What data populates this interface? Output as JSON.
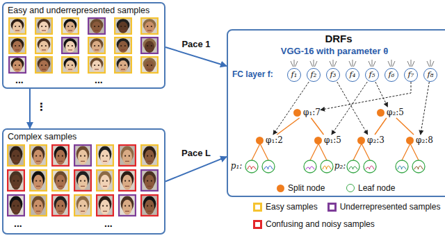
{
  "diagram": {
    "nodes": [
      {
        "text": [
          "Easy and underrepresented samples"
        ]
      },
      {
        "text": [
          "Complex samples"
        ]
      },
      {
        "text": [
          "DRFs"
        ]
      },
      {
        "text": [
          "f₁"
        ],
        "in": 2
      },
      {
        "text": [
          "f₂"
        ],
        "in": 2
      },
      {
        "text": [
          "f₃"
        ],
        "in": 2
      },
      {
        "text": [
          "f₄"
        ],
        "in": 2
      },
      {
        "text": [
          "f₅"
        ],
        "in": 2
      },
      {
        "text": [
          "f₆"
        ],
        "in": 2
      },
      {
        "text": [
          "f₇"
        ],
        "in": 2
      },
      {
        "text": [
          "f₈"
        ],
        "in": 2
      },
      {
        "text": [
          "φ₁:7"
        ],
        "in": 2
      },
      {
        "text": [
          "φ₂:5"
        ],
        "in": 2
      },
      {
        "text": [
          "φ₁:2"
        ],
        "in": 2
      },
      {
        "text": [
          "φ₁:5"
        ],
        "in": 2
      },
      {
        "text": [
          "φ₂:3"
        ],
        "in": 2
      },
      {
        "text": [
          "φ₂:8"
        ],
        "in": 2
      }
    ],
    "edges": [
      {
        "from": 0,
        "to": 1,
        "arrow": "to"
      },
      {
        "from": 0,
        "to": 2,
        "label": "Pace 1",
        "arrow": "to"
      },
      {
        "from": 1,
        "to": 2,
        "label": "Pace L",
        "arrow": "to"
      },
      {
        "from": 9,
        "to": 11,
        "arrow": "to"
      },
      {
        "from": 4,
        "to": 13,
        "arrow": "to"
      },
      {
        "from": 7,
        "to": 14,
        "arrow": "to"
      },
      {
        "from": 7,
        "to": 12,
        "arrow": "to"
      },
      {
        "from": 5,
        "to": 15,
        "arrow": "to"
      },
      {
        "from": 10,
        "to": 16,
        "arrow": "to"
      },
      {
        "from": 11,
        "to": 13,
        "arrow": "none"
      },
      {
        "from": 11,
        "to": 14,
        "arrow": "none"
      },
      {
        "from": 12,
        "to": 15,
        "arrow": "none"
      },
      {
        "from": 12,
        "to": 16,
        "arrow": "none"
      }
    ],
    "labels": [
      "...",
      "...",
      "VGG-16 with parameter θ",
      "FC layer f:",
      "⋮",
      "p₁:",
      "p₂:",
      "...",
      "..."
    ],
    "legend": [
      {
        "text": "Split node",
        "color": "#f07d1e"
      },
      {
        "text": "Leaf node"
      },
      {
        "text": "Easy samples",
        "color": "#f5c330"
      },
      {
        "text": "Underrepresented samples",
        "color": "#7d3c98"
      },
      {
        "text": "Confusing and noisy samples",
        "color": "#e3262a"
      }
    ]
  }
}
